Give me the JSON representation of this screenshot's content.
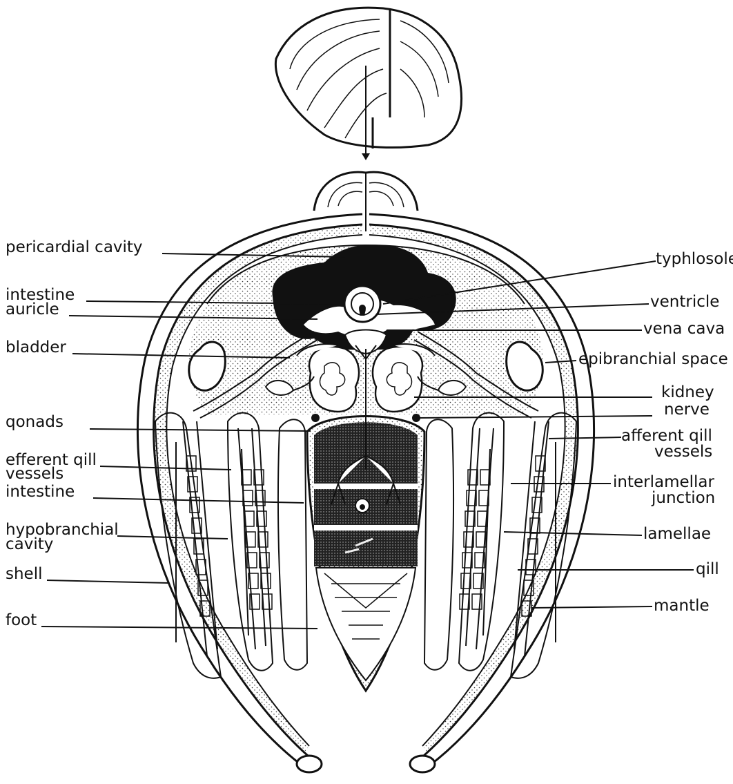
{
  "labels_left": {
    "pericardial_cavity": "pericardial cavity",
    "intestine_upper": "intestine",
    "auricle": "auricle",
    "bladder": "bladder",
    "gonads": "qonads",
    "efferent_gill_vessels_1": "efferent qill",
    "efferent_gill_vessels_2": "vessels",
    "intestine_lower": "intestine",
    "hypobranchial_cavity_1": "hypobranchial",
    "hypobranchial_cavity_2": "cavity",
    "shell": "shell",
    "foot": "foot"
  },
  "labels_right": {
    "typhlosole": "typhlosole",
    "ventricle": "ventricle",
    "vena_cava": "vena cava",
    "epibranchial_space": "epibranchial space",
    "kidney": "kidney",
    "nerve": "nerve",
    "afferent_gill_vessels_1": "afferent qill",
    "afferent_gill_vessels_2": "vessels",
    "interlamellar_junction_1": "interlamellar",
    "interlamellar_junction_2": "junction",
    "lamellae": "lamellae",
    "gill": "qill",
    "mantle": "mantle"
  }
}
